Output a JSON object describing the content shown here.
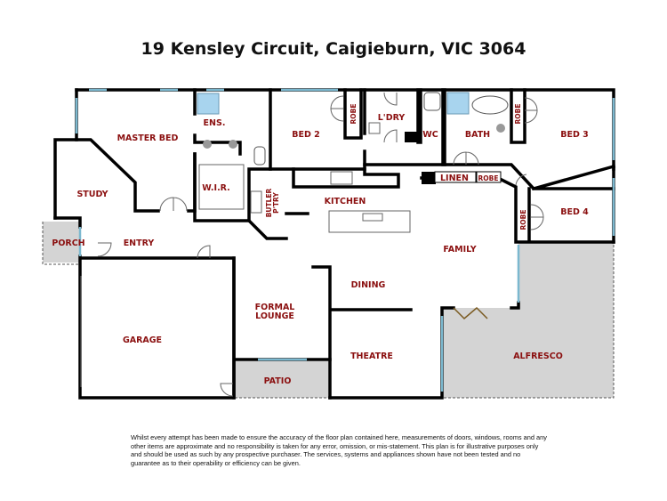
{
  "title": "19 Kensley Circuit, Caigieburn, VIC 3064",
  "rooms": {
    "master_bed": "MASTER BED",
    "ens": "ENS.",
    "wir": "W.I.R.",
    "bed2": "BED 2",
    "robe": "ROBE",
    "laundry": "L'DRY",
    "wc": "WC",
    "bath": "BATH",
    "bed3": "BED 3",
    "bed4": "BED 4",
    "linen": "LINEN",
    "study": "STUDY",
    "butler_pantry_1": "BUTLER",
    "butler_pantry_2": "P'TRY",
    "kitchen": "KITCHEN",
    "porch": "PORCH",
    "entry": "ENTRY",
    "family": "FAMILY",
    "dining": "DINING",
    "formal_lounge_1": "FORMAL",
    "formal_lounge_2": "LOUNGE",
    "garage": "GARAGE",
    "theatre": "THEATRE",
    "alfresco": "ALFRESCO",
    "patio": "PATIO"
  },
  "colors": {
    "label": "#8b1010",
    "outdoor_area": "#d4d4d4",
    "window": "#7bb8cf",
    "fixture": "#a8d4ee"
  },
  "disclaimer": "Whilst every attempt has been made to ensure the accuracy of the floor plan contained here, measurements of doors, windows, rooms and any other items are approximate and no responsibility is taken for any error, omission, or mis-statement. This plan is for illustrative purposes only and should be used as such by any prospective purchaser. The services, systems and appliances shown have not been tested and no guarantee as to their operability or efficiency can be given."
}
